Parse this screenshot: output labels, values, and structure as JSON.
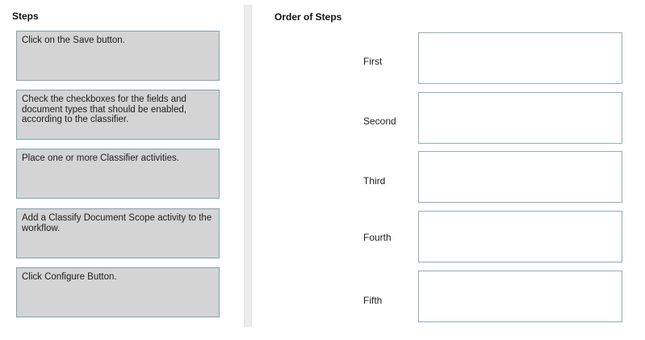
{
  "steps_panel": {
    "heading": "Steps",
    "items": [
      "Click on the Save button.",
      "Check the checkboxes for the fields and document types that should be enabled, according to the classifier.",
      "Place one or more Classifier activities.",
      "Add a Classify Document Scope activity to the workflow.",
      "Click Configure Button."
    ]
  },
  "order_panel": {
    "heading": "Order of Steps",
    "labels": [
      "First",
      "Second",
      "Third",
      "Fourth",
      "Fifth"
    ]
  }
}
